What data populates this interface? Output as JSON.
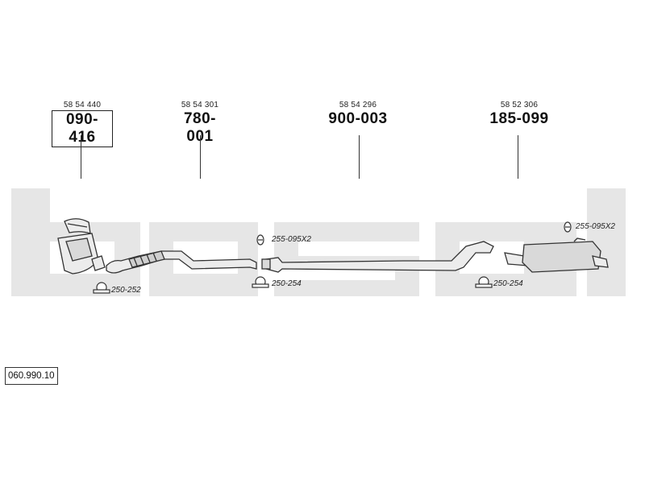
{
  "parts": [
    {
      "oem": "58 54 440",
      "part_no": "090-416",
      "boxed": true
    },
    {
      "oem": "58 54 301",
      "part_no": "780-001",
      "boxed": false
    },
    {
      "oem": "58 54 296",
      "part_no": "900-003",
      "boxed": false
    },
    {
      "oem": "58 52 306",
      "part_no": "185-099",
      "boxed": false
    }
  ],
  "hardware": [
    {
      "code": "250-252",
      "icon": "clamp-icon"
    },
    {
      "code": "255-095X2",
      "icon": "gasket-icon"
    },
    {
      "code": "250-254",
      "icon": "clamp-icon"
    },
    {
      "code": "250-254",
      "icon": "clamp-icon"
    },
    {
      "code": "255-095X2",
      "icon": "gasket-icon"
    }
  ],
  "diagram_code": "060.990.10",
  "watermark": "bosal",
  "colors": {
    "watermark": "#e6e6e6",
    "line": "#333333",
    "part_fill": "#d9d9d9"
  }
}
